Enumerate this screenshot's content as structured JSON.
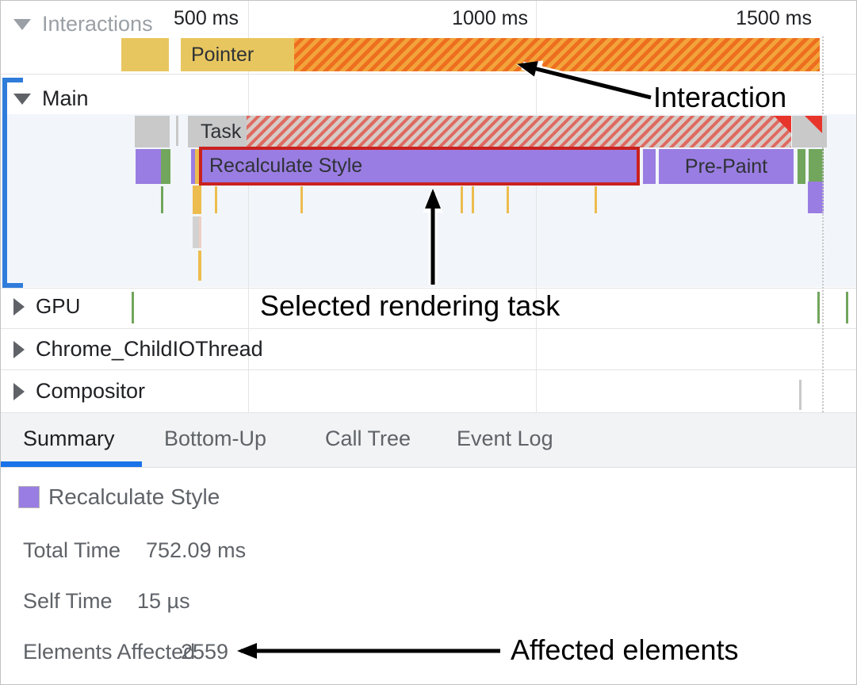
{
  "ruler": [
    "500 ms",
    "1000 ms",
    "1500 ms"
  ],
  "tracks": {
    "interactions": {
      "label": "Interactions",
      "bars": {
        "pointer": "Pointer"
      }
    },
    "main": {
      "label": "Main",
      "bars": {
        "task": "Task",
        "recalc": "Recalculate Style",
        "prepaint": "Pre-Paint"
      }
    },
    "gpu": {
      "label": "GPU"
    },
    "childio": {
      "label": "Chrome_ChildIOThread"
    },
    "compositor": {
      "label": "Compositor"
    }
  },
  "tabs": [
    {
      "label": "Summary",
      "active": true
    },
    {
      "label": "Bottom-Up",
      "active": false
    },
    {
      "label": "Call Tree",
      "active": false
    },
    {
      "label": "Event Log",
      "active": false
    }
  ],
  "summary": {
    "title": "Recalculate Style",
    "rows": [
      {
        "label": "Total Time",
        "value": "752.09 ms"
      },
      {
        "label": "Self Time",
        "value": "15 µs"
      },
      {
        "label": "Elements Affected",
        "value": "2559"
      }
    ]
  },
  "annotations": {
    "interaction": "Interaction",
    "selected_task": "Selected rendering task",
    "affected_elements": "Affected elements"
  },
  "colors": {
    "purple": "#9a7de2",
    "green": "#71a65c",
    "yellow": "#e8c65f",
    "task_gray": "#c9c9c9",
    "selection_red": "#c9211e",
    "accent_blue": "#1a73e8",
    "bracket_blue": "#2f7cdb"
  }
}
